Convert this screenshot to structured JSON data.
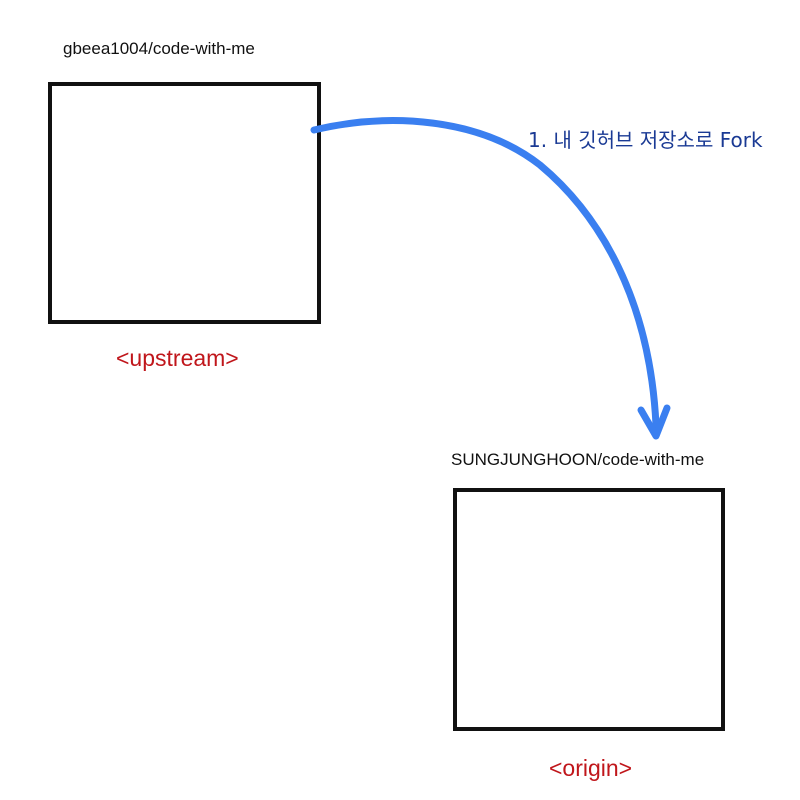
{
  "upstream": {
    "repo_name": "gbeea1004/code-with-me",
    "label": "<upstream>"
  },
  "origin": {
    "repo_name": "SUNGJUNGHOON/code-with-me",
    "label": "<origin>"
  },
  "fork_step": {
    "label": "1. 내 깃허브 저장소로 Fork"
  },
  "colors": {
    "role_label": "#c0161b",
    "arrow": "#3a7ff0",
    "step_label": "#1a3a94",
    "box_border": "#111111"
  }
}
